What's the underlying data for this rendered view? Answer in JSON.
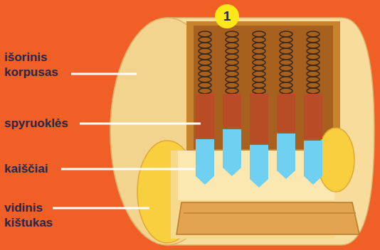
{
  "diagram": {
    "nodes": [
      {
        "text": [
          "1"
        ]
      }
    ],
    "labels": [
      "išorinis korpusas",
      "spyruoklės",
      "kaiščiai",
      "vidinis kištukas"
    ]
  }
}
